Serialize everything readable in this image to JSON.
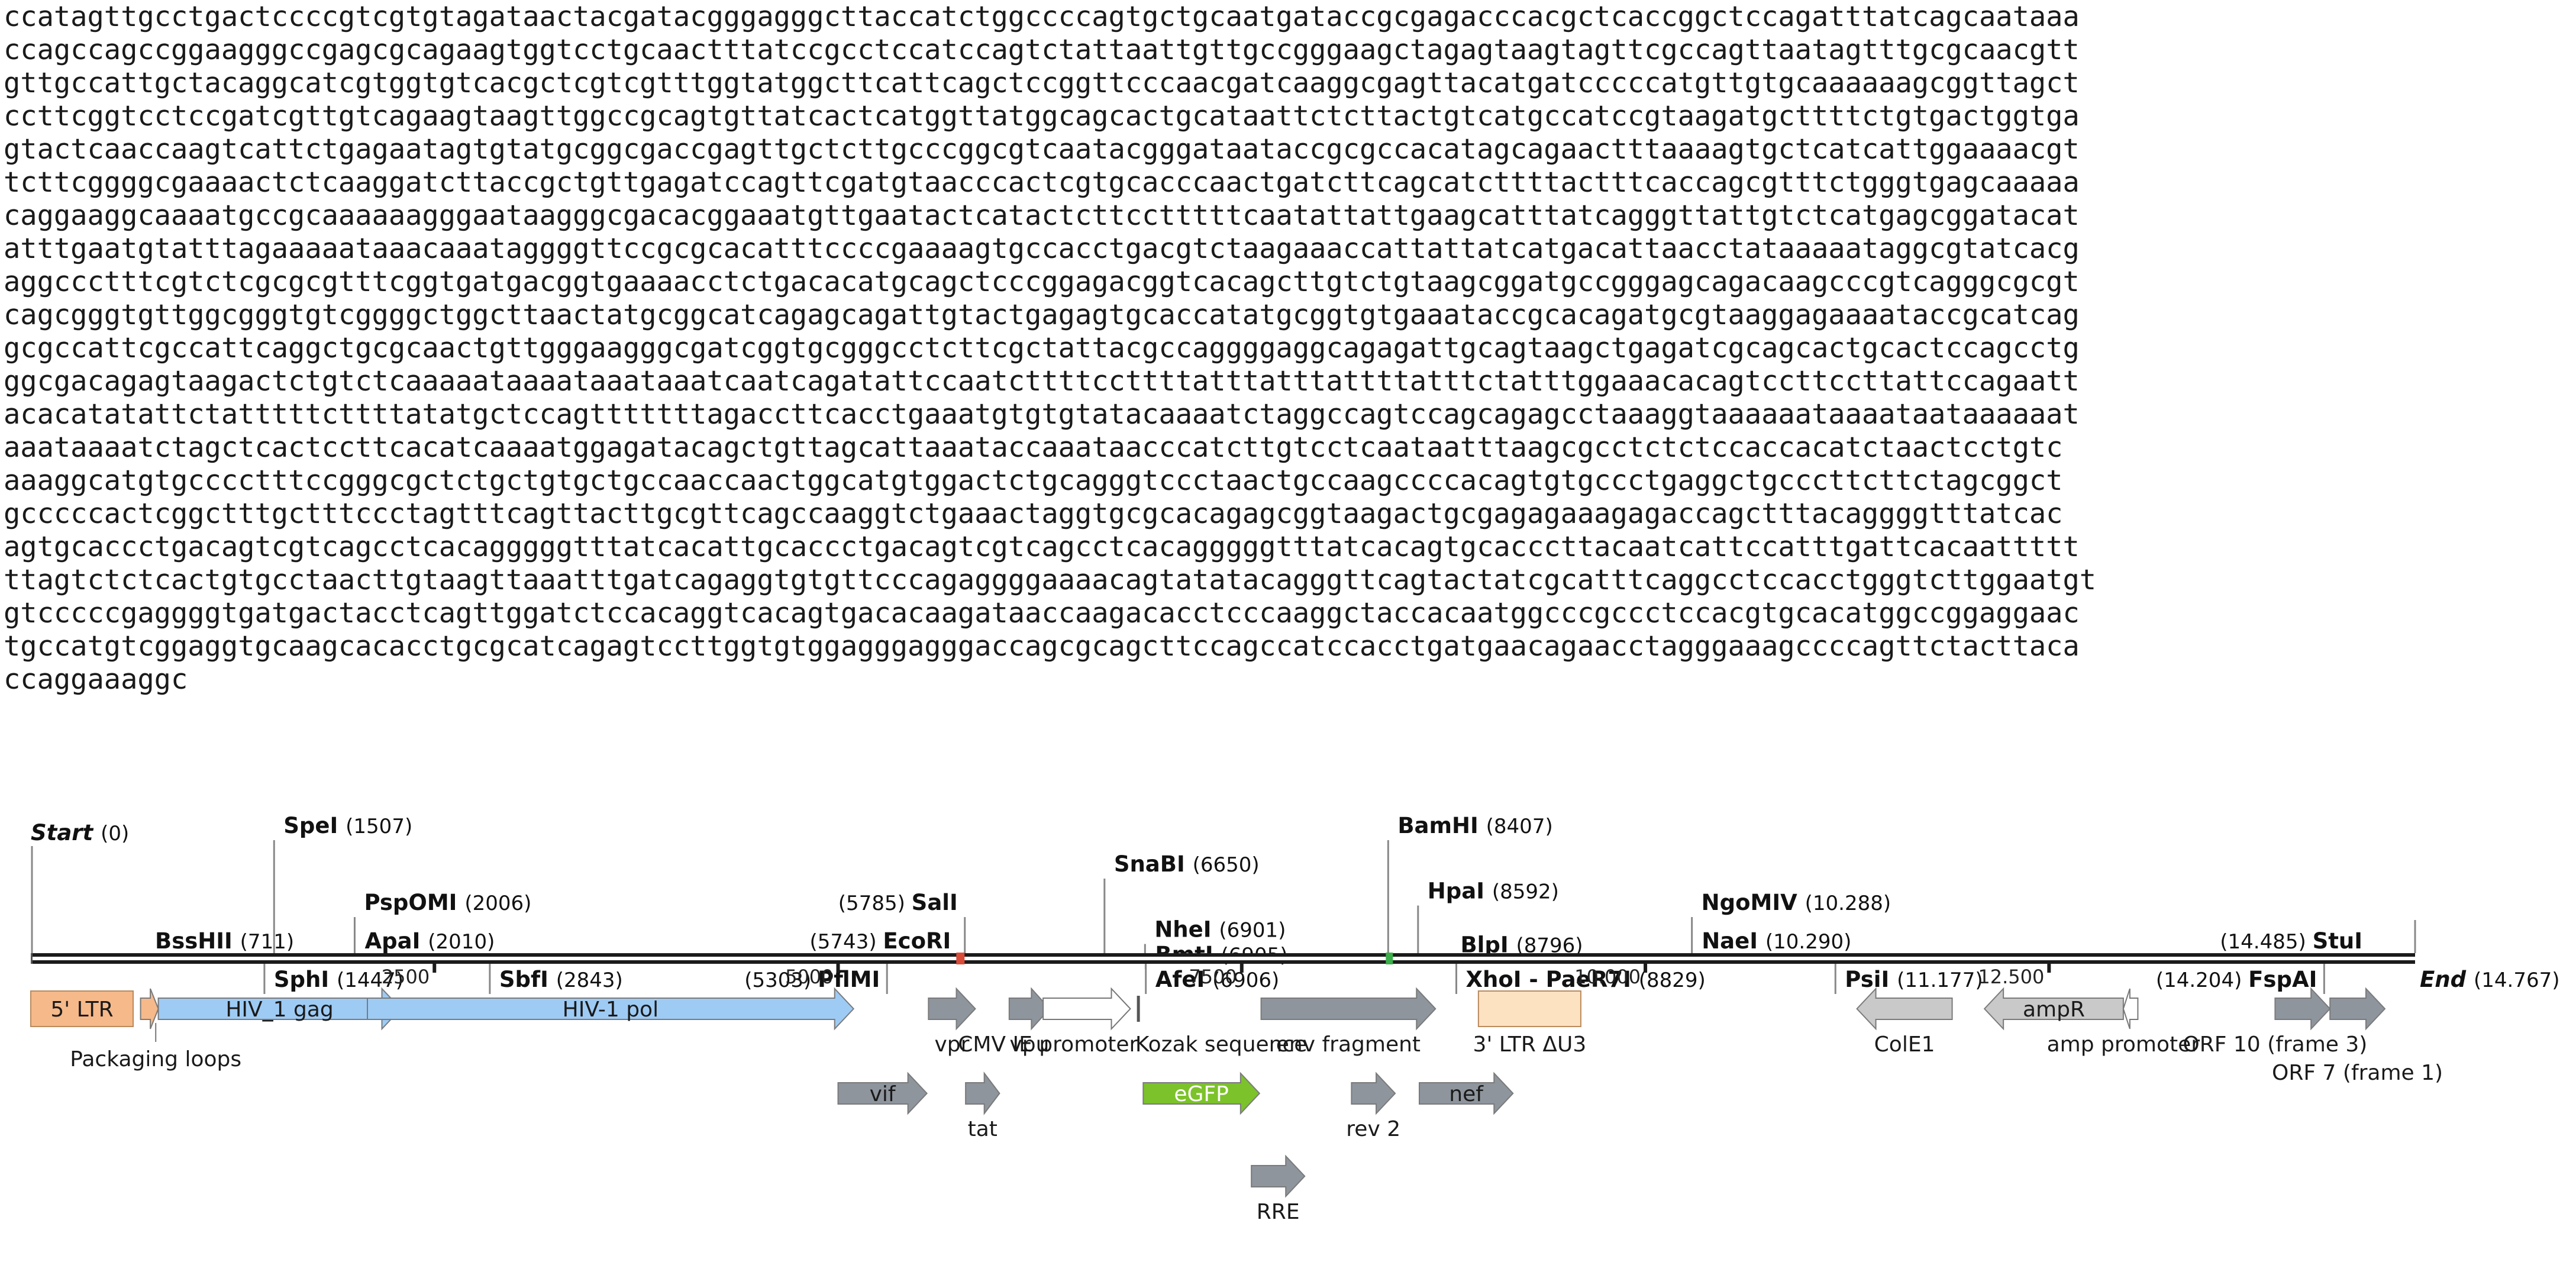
{
  "sequence_lines": [
    "ccatagttgcctgactccccgtcgtgtagataactacgatacgggagggcttaccatctggccccagtgctgcaatgataccgcgagacccacgctcaccggctccagatttatcagcaataaa",
    "ccagccagccggaagggccgagcgcagaagtggtcctgcaactttatccgcctccatccagtctattaattgttgccgggaagctagagtaagtagttcgccagttaatagtttgcgcaacgtt",
    "gttgccattgctacaggcatcgtggtgtcacgctcgtcgtttggtatggcttcattcagctccggttcccaacgatcaaggcgagttacatgatcccccatgttgtgcaaaaaagcggttagct",
    "ccttcggtcctccgatcgttgtcagaagtaagttggccgcagtgttatcactcatggttatggcagcactgcataattctcttactgtcatgccatccgtaagatgcttttctgtgactggtga",
    "gtactcaaccaagtcattctgagaatagtgtatgcggcgaccgagttgctcttgcccggcgtcaatacgggataataccgcgccacatagcagaactttaaaagtgctcatcattggaaaacgt",
    "tcttcggggcgaaaactctcaaggatcttaccgctgttgagatccagttcgatgtaacccactcgtgcacccaactgatcttcagcatcttttactttcaccagcgtttctgggtgagcaaaaa",
    "caggaaggcaaaatgccgcaaaaaagggaataagggcgacacggaaatgttgaatactcatactcttcctttttcaatattattgaagcatttatcagggttattgtctcatgagcggatacat",
    "atttgaatgtatttagaaaaataaacaaataggggttccgcgcacatttccccgaaaagtgccacctgacgtctaagaaaccattattatcatgacattaacctataaaaataggcgtatcacg",
    "aggccctttcgtctcgcgcgtttcggtgatgacggtgaaaacctctgacacatgcagctcccggagacggtcacagcttgtctgtaagcggatgccgggagcagacaagcccgtcagggcgcgt",
    "cagcgggtgttggcgggtgtcggggctggcttaactatgcggcatcagagcagattgtactgagagtgcaccatatgcggtgtgaaataccgcacagatgcgtaaggagaaaataccgcatcag",
    "gcgccattcgccattcaggctgcgcaactgttgggaagggcgatcggtgcgggcctcttcgctattacgccaggggaggcagagattgcagtaagctgagatcgcagcactgcactccagcctg",
    "ggcgacagagtaagactctgtctcaaaaataaaataaataaatcaatcagatattccaatcttttccttttatttatttattttatttctatttggaaacacagtccttccttattccagaatt",
    "acacatatattctatttttcttttatatgctccagtttttttagaccttcacctgaaatgtgtgtatacaaaatctaggccagtccagcagagcctaaaggtaaaaaataaaataataaaaaat",
    "aaataaaatctagctcactccttcacatcaaaatggagatacagctgttagcattaaataccaaataacccatcttgtcctcaataatttaagcgcctctctccaccacatctaactcctgtc",
    "aaaggcatgtgcccctttccgggcgctctgctgtgctgccaaccaactggcatgtggactctgcagggtccctaactgccaagccccacagtgtgccctgaggctgcccttcttctagcggct",
    "gcccccactcggctttgctttccctagtttcagttacttgcgttcagccaaggtctgaaactaggtgcgcacagagcggtaagactgcgagagaaagagaccagctttacaggggtttatcac",
    "agtgcaccctgacagtcgtcagcctcacagggggtttatcacattgcaccctgacagtcgtcagcctcacagggggtttatcacagtgcacccttacaatcattccatttgattcacaattttt",
    "ttagtctctcactgtgcctaacttgtaagttaaatttgatcagaggtgtgttcccagaggggaaaacagtatatacagggttcagtactatcgcatttcaggcctccacctgggtcttggaatgt",
    "gtcccccgaggggtgatgactacctcagttggatctccacaggtcacagtgacacaagataaccaagacacctcccaaggctaccacaatggcccgccctccacgtgcacatggccggaggaac",
    "tgccatgtcggaggtgcaagcacacctgcgcatcagagtccttggtgtggagggagggaccagcgcagcttccagccatccacctgatgaacagaacctagggaaagccccagttctacttaca",
    "ccaggaaaggc"
  ],
  "map": {
    "start_label": "Start",
    "start_pos": "(0)",
    "end_label": "End",
    "end_pos": "(14.767)",
    "total_length": 14767,
    "scale_ticks": [
      {
        "value": 2500,
        "label": "2500"
      },
      {
        "value": 5000,
        "label": "5000"
      },
      {
        "value": 7500,
        "label": "7500"
      },
      {
        "value": 10000,
        "label": "10.000"
      },
      {
        "value": 12500,
        "label": "12.500"
      }
    ],
    "sites": [
      {
        "name": "BssHII",
        "pos": "(711)",
        "bp": 711,
        "row": 3,
        "side": "right"
      },
      {
        "name": "SpeI",
        "pos": "(1507)",
        "bp": 1507,
        "row": 0,
        "side": "right"
      },
      {
        "name": "SphI",
        "pos": "(1447)",
        "bp": 1447,
        "row": 4,
        "side": "right"
      },
      {
        "name": "PspOMI",
        "pos": "(2006)",
        "bp": 2006,
        "row": 2,
        "side": "right"
      },
      {
        "name": "ApaI",
        "pos": "(2010)",
        "bp": 2010,
        "row": 3,
        "side": "right"
      },
      {
        "name": "SbfI",
        "pos": "(2843)",
        "bp": 2843,
        "row": 4,
        "side": "right"
      },
      {
        "name": "SalI",
        "pos": "(5785)",
        "bp": 5785,
        "row": 2,
        "side": "left"
      },
      {
        "name": "EcoRI",
        "pos": "(5743)",
        "bp": 5743,
        "row": 3,
        "side": "left"
      },
      {
        "name": "PflMI",
        "pos": "(5303)",
        "bp": 5303,
        "row": 4,
        "side": "left"
      },
      {
        "name": "SnaBI",
        "pos": "(6650)",
        "bp": 6650,
        "row": 1,
        "side": "right"
      },
      {
        "name": "NheI",
        "pos": "(6901)",
        "bp": 6901,
        "row": 2.7,
        "side": "right"
      },
      {
        "name": "BmtI",
        "pos": "(6905)",
        "bp": 6905,
        "row": 3.35,
        "side": "right"
      },
      {
        "name": "AfeI",
        "pos": "(6906)",
        "bp": 6906,
        "row": 4,
        "side": "right"
      },
      {
        "name": "BamHI",
        "pos": "(8407)",
        "bp": 8407,
        "row": 0,
        "side": "right"
      },
      {
        "name": "HpaI",
        "pos": "(8592)",
        "bp": 8592,
        "row": 1.7,
        "side": "right"
      },
      {
        "name": "BlpI",
        "pos": "(8796)",
        "bp": 8796,
        "row": 3.1,
        "side": "right"
      },
      {
        "name": "XhoI - PaeR7I",
        "pos": "(8829)",
        "bp": 8829,
        "row": 4,
        "side": "right"
      },
      {
        "name": "NgoMIV",
        "pos": "(10.288)",
        "bp": 10288,
        "row": 2,
        "side": "right"
      },
      {
        "name": "NaeI",
        "pos": "(10.290)",
        "bp": 10290,
        "row": 3,
        "side": "right"
      },
      {
        "name": "PsiI",
        "pos": "(11.177)",
        "bp": 11177,
        "row": 4,
        "side": "right"
      },
      {
        "name": "StuI",
        "pos": "(14.485)",
        "bp": 14485,
        "row": 3,
        "side": "left"
      },
      {
        "name": "FspAI",
        "pos": "(14.204)",
        "bp": 14204,
        "row": 4,
        "side": "left"
      }
    ],
    "features": [
      {
        "name": "5' LTR",
        "start": 0,
        "end": 634,
        "lane": 0,
        "shape": "box",
        "color": "#f6b98a",
        "label": "inside"
      },
      {
        "name": "",
        "start": 680,
        "end": 790,
        "lane": 0,
        "shape": "arrow",
        "dir": 1,
        "color": "#f6b98a",
        "label": "none"
      },
      {
        "name": "Packaging loops",
        "start": 730,
        "end": 760,
        "lane": 0,
        "shape": "none",
        "color": "#f6b98a",
        "label": "below-tick"
      },
      {
        "name": "HIV_1 gag",
        "start": 790,
        "end": 2292,
        "lane": 0,
        "shape": "arrow",
        "dir": 1,
        "color": "#9ecbf4",
        "label": "inside"
      },
      {
        "name": "HIV-1 pol",
        "start": 2085,
        "end": 5096,
        "lane": 0,
        "shape": "arrow",
        "dir": 1,
        "color": "#9ecbf4",
        "label": "inside"
      },
      {
        "name": "vpr",
        "start": 5560,
        "end": 5850,
        "lane": 0,
        "shape": "arrow",
        "dir": 1,
        "color": "#8e959d",
        "label": "below"
      },
      {
        "name": "vpu",
        "start": 6060,
        "end": 6310,
        "lane": 0,
        "shape": "arrow",
        "dir": 1,
        "color": "#8e959d",
        "label": "below"
      },
      {
        "name": "CMV IE promoter",
        "start": 6270,
        "end": 6810,
        "lane": 0,
        "shape": "arrow",
        "dir": 1,
        "color": "#ffffff",
        "label": "below"
      },
      {
        "name": "Kozak sequence",
        "start": 6860,
        "end": 6880,
        "lane": 0,
        "shape": "tick",
        "color": "#555555",
        "label": "below"
      },
      {
        "name": "env fragment",
        "start": 7620,
        "end": 8700,
        "lane": 0,
        "shape": "arrow",
        "dir": 1,
        "color": "#8e959d",
        "label": "below"
      },
      {
        "name": "3' LTR ΔU3",
        "start": 8966,
        "end": 9600,
        "lane": 0,
        "shape": "box",
        "color": "#fde2c2",
        "label": "below"
      },
      {
        "name": "ColE1",
        "start": 11310,
        "end": 11900,
        "lane": 0,
        "shape": "arrow",
        "dir": -1,
        "color": "#c9c9c9",
        "label": "below"
      },
      {
        "name": "ampR",
        "start": 12100,
        "end": 12960,
        "lane": 0,
        "shape": "arrow",
        "dir": -1,
        "color": "#c9c9c9",
        "label": "inside"
      },
      {
        "name": "amp promoter",
        "start": 12960,
        "end": 13050,
        "lane": 0,
        "shape": "arrow",
        "dir": -1,
        "color": "#ffffff",
        "label": "below"
      },
      {
        "name": "ORF 10 (frame 3)",
        "start": 13900,
        "end": 14240,
        "lane": 0,
        "shape": "arrow",
        "dir": 1,
        "color": "#8e959d",
        "label": "below"
      },
      {
        "name": "ORF 7 (frame 1)",
        "start": 14240,
        "end": 14580,
        "lane": 0,
        "shape": "arrow",
        "dir": 1,
        "color": "#8e959d",
        "label": "below-second"
      },
      {
        "name": "vif",
        "start": 5000,
        "end": 5550,
        "lane": 1,
        "shape": "arrow",
        "dir": 1,
        "color": "#8e959d",
        "label": "inside"
      },
      {
        "name": "tat",
        "start": 5790,
        "end": 6000,
        "lane": 1,
        "shape": "arrow",
        "dir": 1,
        "color": "#8e959d",
        "label": "below"
      },
      {
        "name": "eGFP",
        "start": 6890,
        "end": 7610,
        "lane": 1,
        "shape": "arrow",
        "dir": 1,
        "color": "#7cc22a",
        "label": "inside"
      },
      {
        "name": "rev 2",
        "start": 8180,
        "end": 8450,
        "lane": 1,
        "shape": "arrow",
        "dir": 1,
        "color": "#8e959d",
        "label": "below"
      },
      {
        "name": "nef",
        "start": 8600,
        "end": 9180,
        "lane": 1,
        "shape": "arrow",
        "dir": 1,
        "color": "#8e959d",
        "label": "inside"
      },
      {
        "name": "RRE",
        "start": 7560,
        "end": 7890,
        "lane": 2,
        "shape": "arrow",
        "dir": 1,
        "color": "#8e959d",
        "label": "below"
      }
    ]
  }
}
